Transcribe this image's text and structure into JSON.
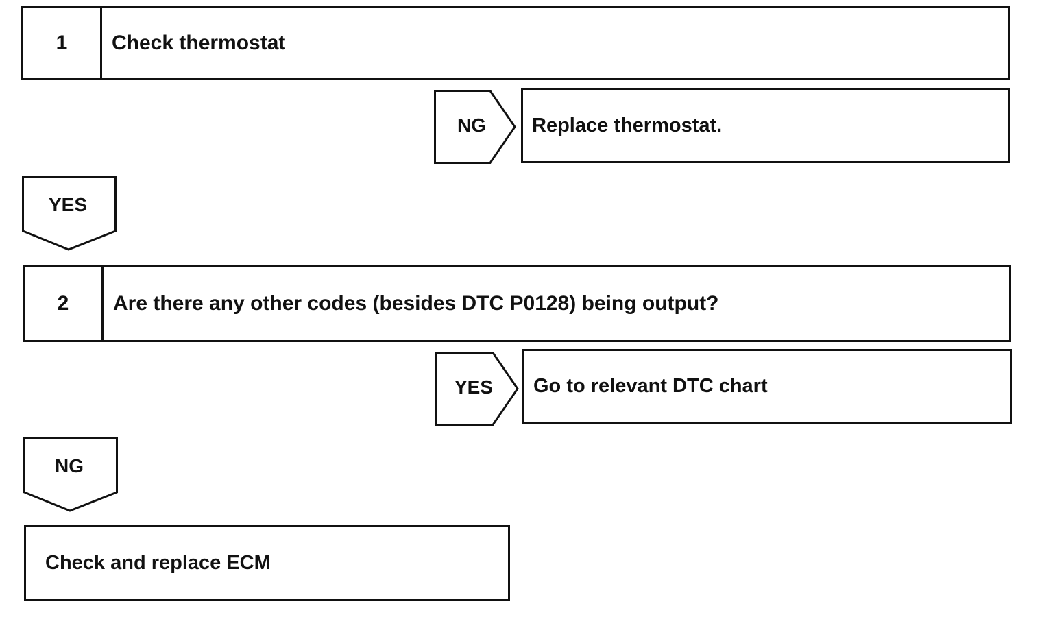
{
  "steps": [
    {
      "number": "1",
      "text": "Check thermostat"
    },
    {
      "number": "2",
      "text": "Are there any other codes (besides DTC P0128) being output?"
    }
  ],
  "branches": {
    "step1_side": {
      "tag": "NG",
      "result": "Replace thermostat."
    },
    "step1_down": {
      "tag": "YES"
    },
    "step2_side": {
      "tag": "YES",
      "result": "Go to relevant DTC chart"
    },
    "step2_down": {
      "tag": "NG"
    }
  },
  "final_action": "Check and replace ECM"
}
